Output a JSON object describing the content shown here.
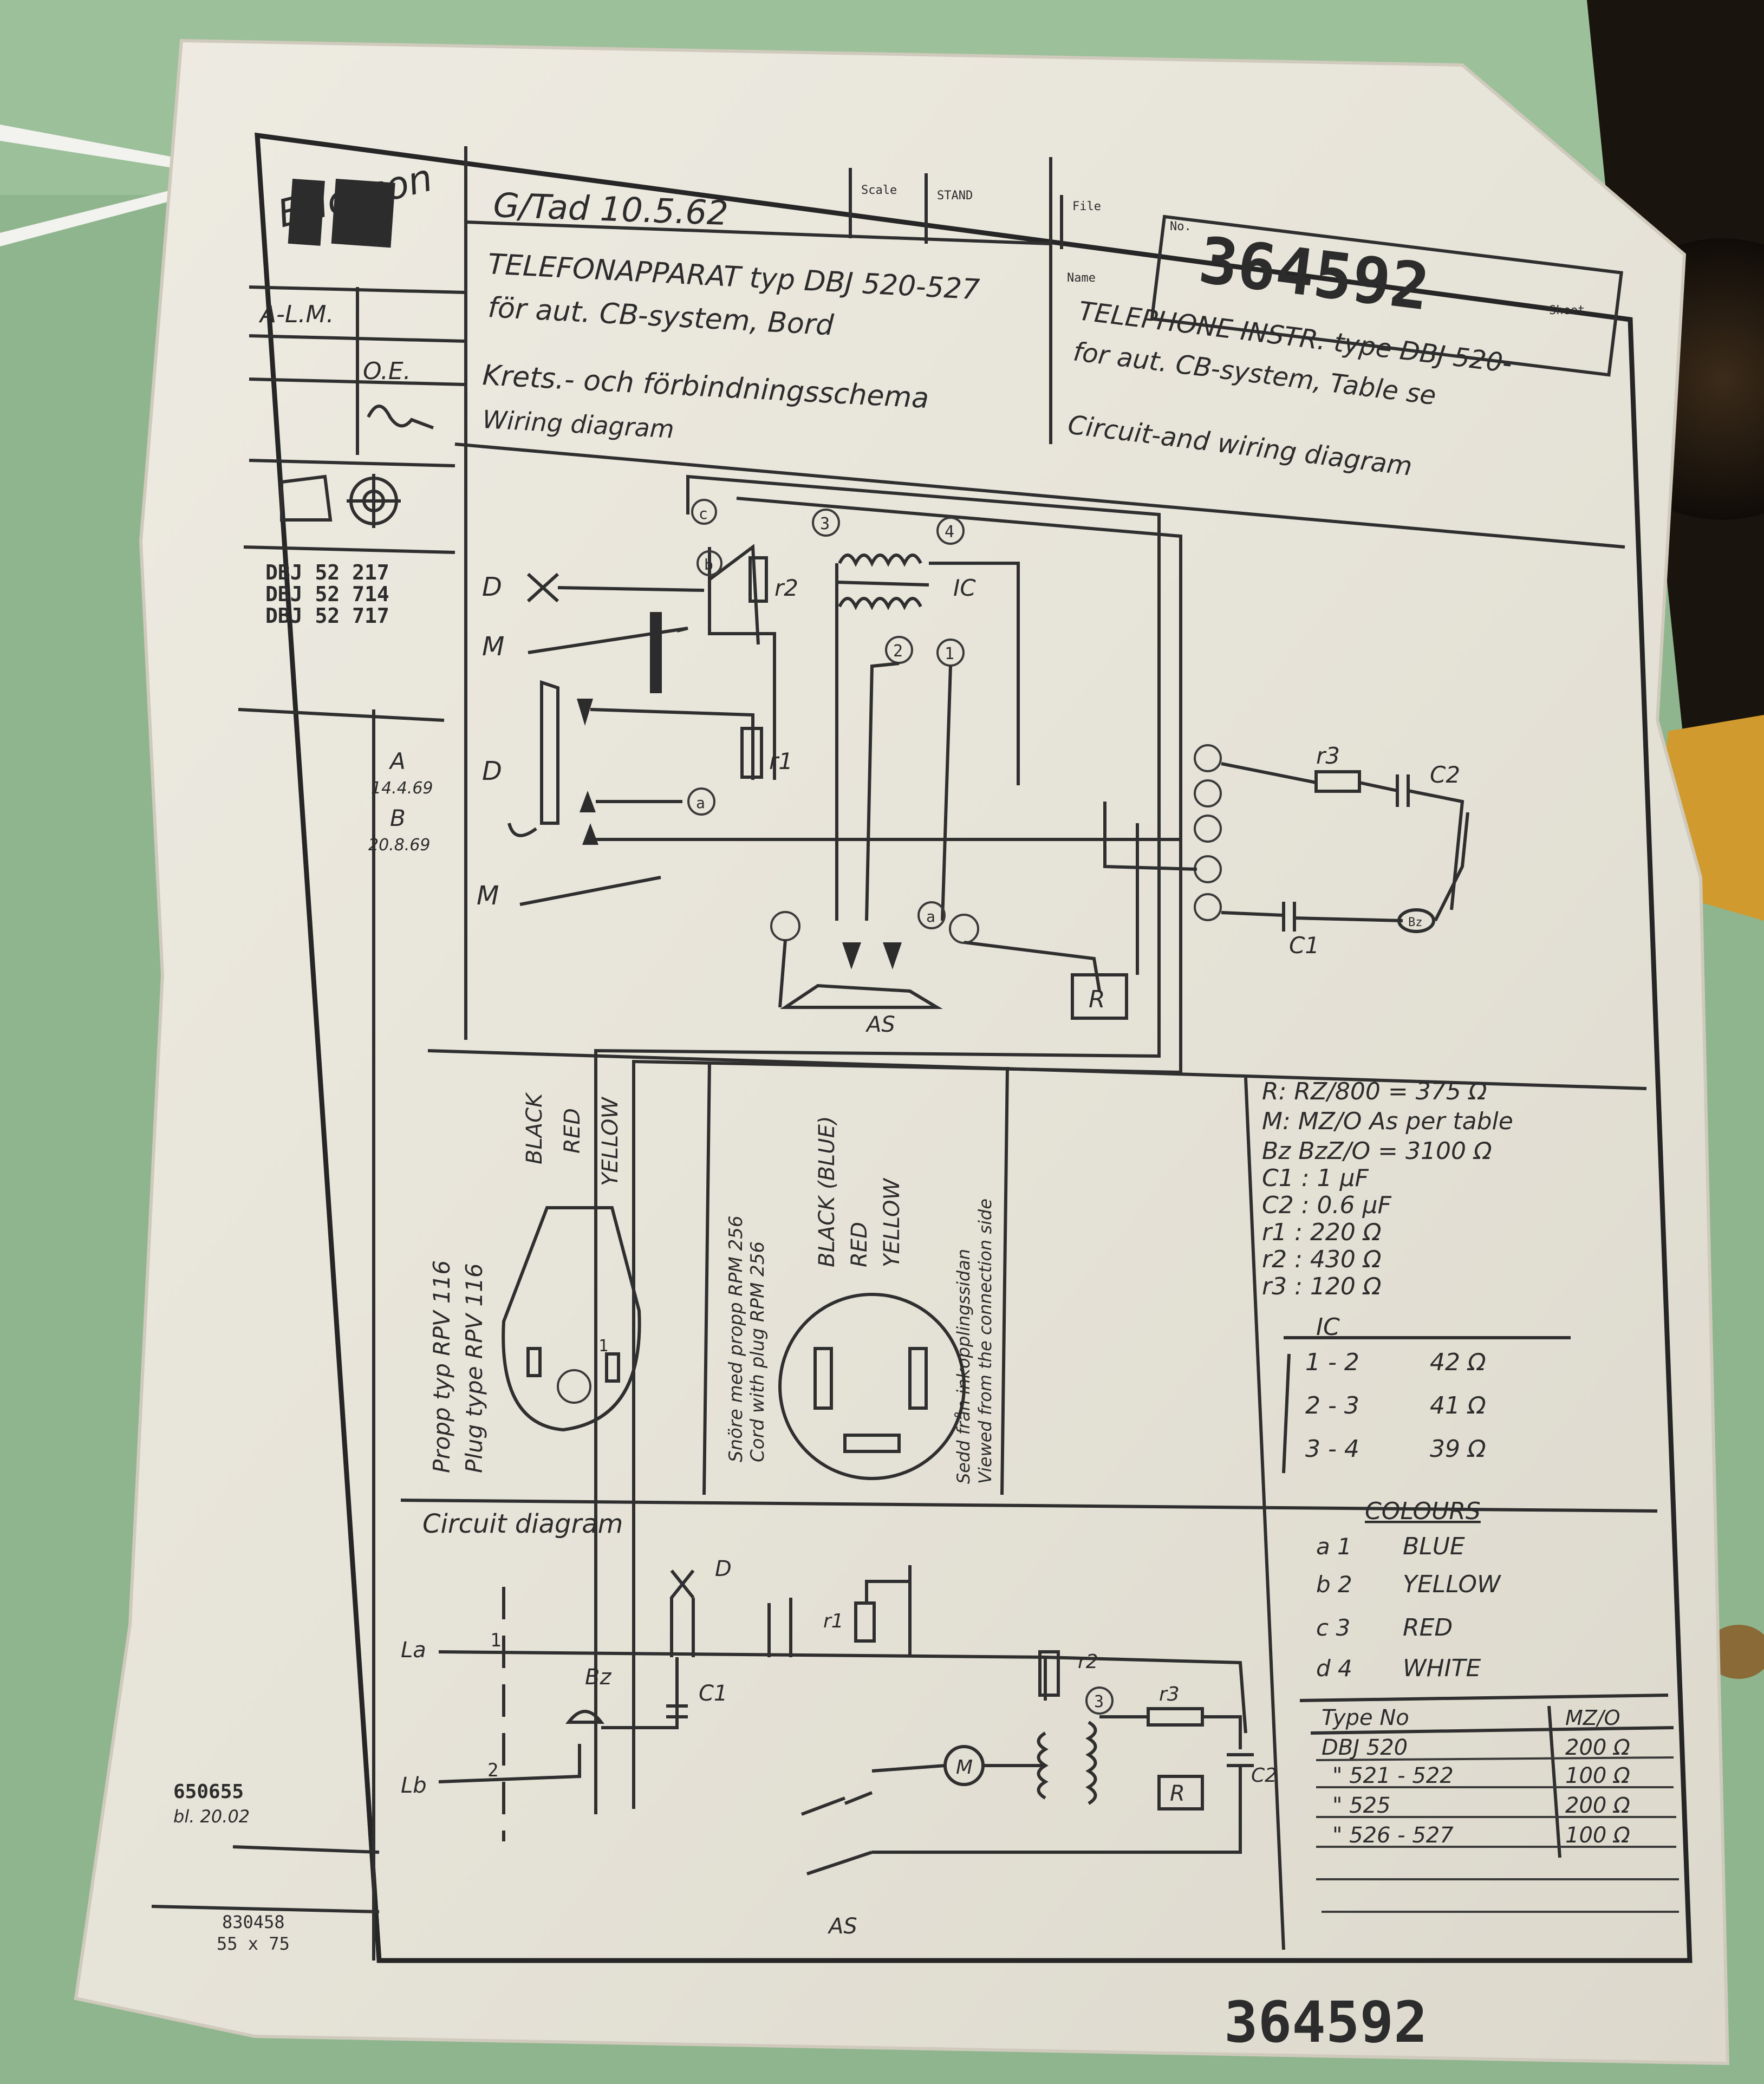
{
  "background": {
    "surface_color": "#8fb58e",
    "paper_color": "#e9e6dc",
    "ink_color": "#2c2c2c"
  },
  "title_block": {
    "logo_text": "Ericsson",
    "logo_mark": "LM",
    "author_line": "G/Tad 10.5.62",
    "field_scale": "Scale",
    "field_stand": "STAND",
    "field_file": "File",
    "field_no": "No.",
    "field_name": "Name",
    "field_sheet": "Sheet",
    "drawing_number": "364592",
    "title_sv_1": "TELEFONAPPARAT typ DBJ 520-527",
    "title_sv_2": "för aut. CB-system, Bord",
    "title_sv_3": "Krets.- och förbindningsschema",
    "title_en_small": "Wiring diagram",
    "title_en_1": "TELEPHONE INSTR. type DBJ 520-",
    "title_en_2": "for aut. CB-system, Table se",
    "title_en_3": "Circuit-and wiring diagram",
    "sig_alm": "A-L.M.",
    "sig_oe": "O.E.",
    "part_1": "DBJ 52 217",
    "part_2": "DBJ 52 714",
    "part_3": "DBJ 52 717",
    "rev_a": "A",
    "rev_a_date": "14.4.69",
    "rev_b": "B",
    "rev_b_date": "20.8.69",
    "ref_1": "650655",
    "ref_1b": "bl. 20.02",
    "ref_2": "830458",
    "ref_2b": "55 x 75",
    "bottom_number": "364592"
  },
  "wiring": {
    "label_d_top": "D",
    "label_m_top": "M",
    "label_d_mid": "D",
    "label_m_bottom": "M",
    "r2": "r2",
    "r1": "r1",
    "r3": "r3",
    "c1": "C1",
    "c2": "C2",
    "ic": "IC",
    "r_box": "R",
    "as": "AS",
    "bz": "Bz",
    "t_a": "a",
    "t_b": "b",
    "t_c": "c",
    "n1": "1",
    "n2": "2",
    "n3": "3",
    "n4": "4"
  },
  "plugs": {
    "wire_black": "BLACK",
    "wire_red": "RED",
    "wire_yellow": "YELLOW",
    "plug_sv": "Propp typ RPV 116",
    "plug_en": "Plug type RPV 116",
    "cord_sv": "Snöre med propp RPM 256",
    "cord_en": "Cord with plug RPM 256",
    "cord_black": "BLACK (BLUE)",
    "cord_red": "RED",
    "cord_yellow": "YELLOW",
    "view_sv": "Sedd från inkopplingssidan",
    "view_en": "Viewed from the connection side",
    "plug_pin": "1"
  },
  "specs": {
    "lines": [
      "R: RZ/800 = 375 Ω",
      "M: MZ/O As per table",
      "Bz BzZ/O = 3100 Ω",
      "C1 : 1 µF",
      "C2 : 0.6 µF",
      "r1 : 220 Ω",
      "r2 : 430 Ω",
      "r3 : 120 Ω"
    ],
    "ic_title": "IC",
    "ic_rows": [
      {
        "pair": "1 - 2",
        "value": "42 Ω"
      },
      {
        "pair": "2 - 3",
        "value": "41 Ω"
      },
      {
        "pair": "3 - 4",
        "value": "39 Ω"
      }
    ]
  },
  "colours": {
    "title": "COLOURS",
    "rows": [
      {
        "keys": "a 1",
        "name": "BLUE"
      },
      {
        "keys": "b 2",
        "name": "YELLOW"
      },
      {
        "keys": "c 3",
        "name": "RED"
      },
      {
        "keys": "d 4",
        "name": "WHITE"
      }
    ]
  },
  "type_table": {
    "head_type": "Type No",
    "head_mz": "MZ/O",
    "rows": [
      {
        "type": "DBJ 520",
        "mz": "200 Ω"
      },
      {
        "type": "\" 521 - 522",
        "mz": "100 Ω"
      },
      {
        "type": "\" 525",
        "mz": "200 Ω"
      },
      {
        "type": "\" 526 - 527",
        "mz": "100 Ω"
      }
    ]
  },
  "circuit": {
    "title": "Circuit diagram",
    "la": "La",
    "lb": "Lb",
    "d": "D",
    "bz": "Bz",
    "c1": "C1",
    "r1": "r1",
    "r2": "r2",
    "r3": "r3",
    "c2": "C2",
    "m": "M",
    "r": "R",
    "as": "AS",
    "n1": "1",
    "n2": "2",
    "n3": "3"
  }
}
